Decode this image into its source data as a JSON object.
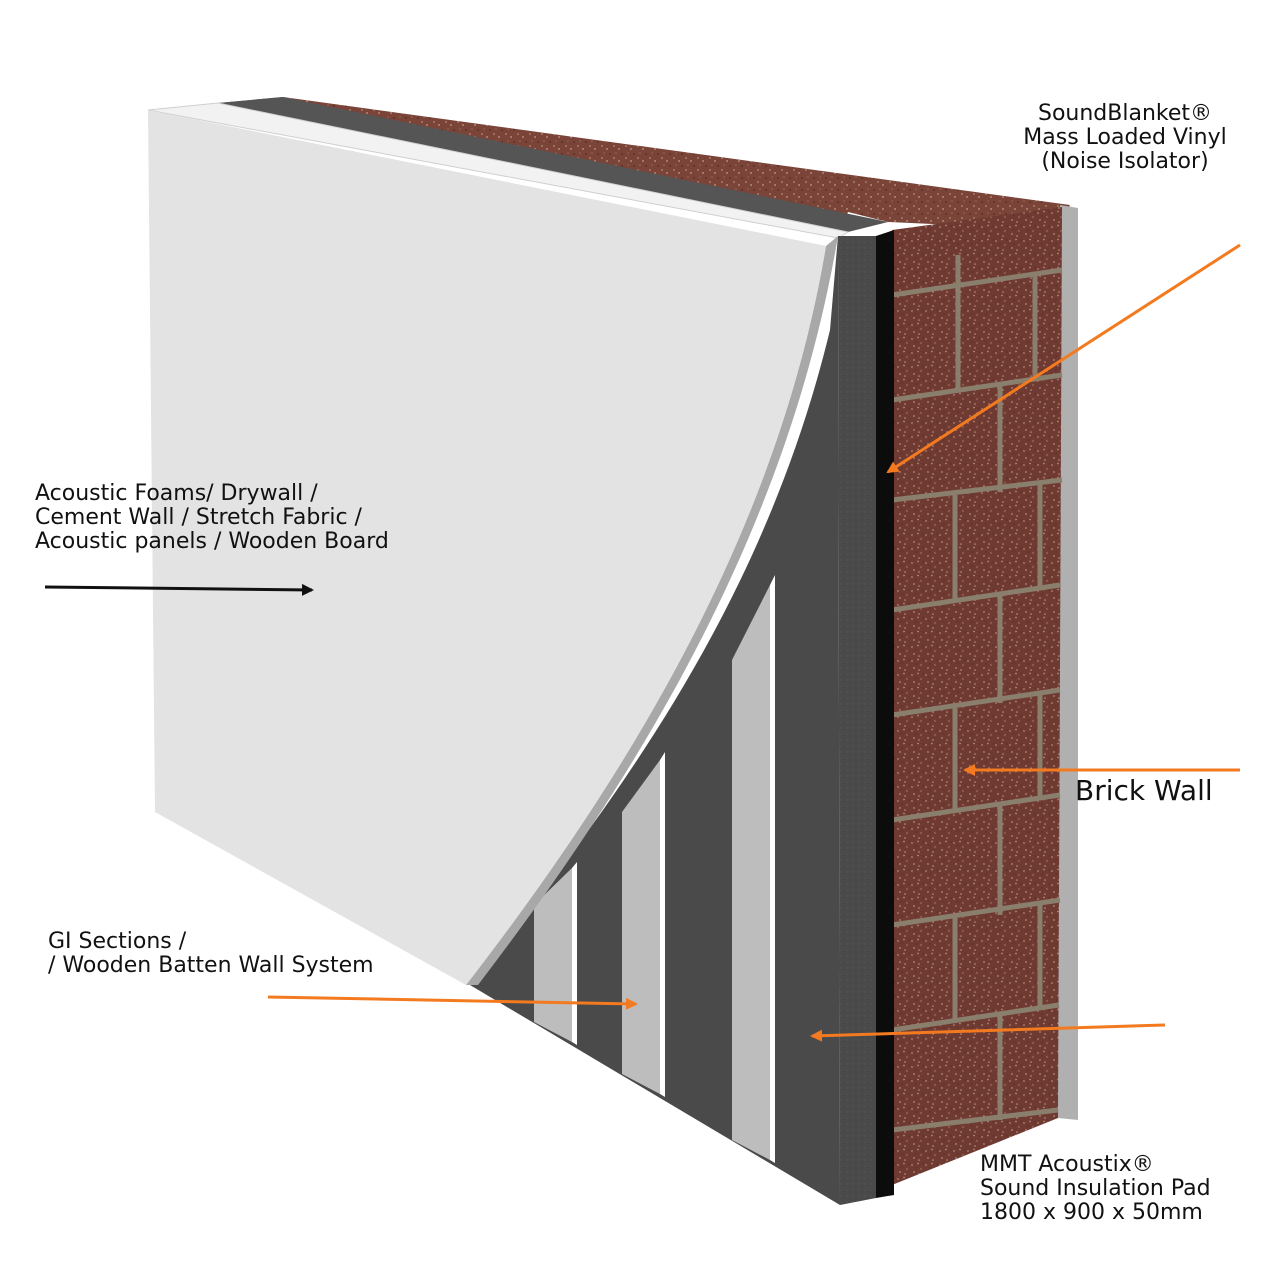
{
  "labels": {
    "soundblanket": [
      "SoundBlanket®",
      "Mass Loaded Vinyl",
      "(Noise Isolator)"
    ],
    "surface": [
      "Acoustic Foams/ Drywall /",
      "Cement Wall / Stretch Fabric /",
      "Acoustic panels / Wooden Board"
    ],
    "brick": "Brick Wall",
    "gi": [
      "GI Sections /",
      "/ Wooden Batten Wall System"
    ],
    "mmt": [
      "MMT Acoustix®",
      "Sound Insulation Pad",
      "1800 x 900 x 50mm"
    ]
  },
  "colors": {
    "arrow_orange": "#f47a20",
    "arrow_black": "#111111",
    "brick": "#6e3a32",
    "mortar": "#8a7f6c",
    "insulation_pad": "#4a4a4a",
    "mass_loaded_vinyl": "#0c0c0c",
    "face_board": "#e3e3e3",
    "gi_sections": "#bdbdbd",
    "plaster": "#b0b0b0"
  }
}
